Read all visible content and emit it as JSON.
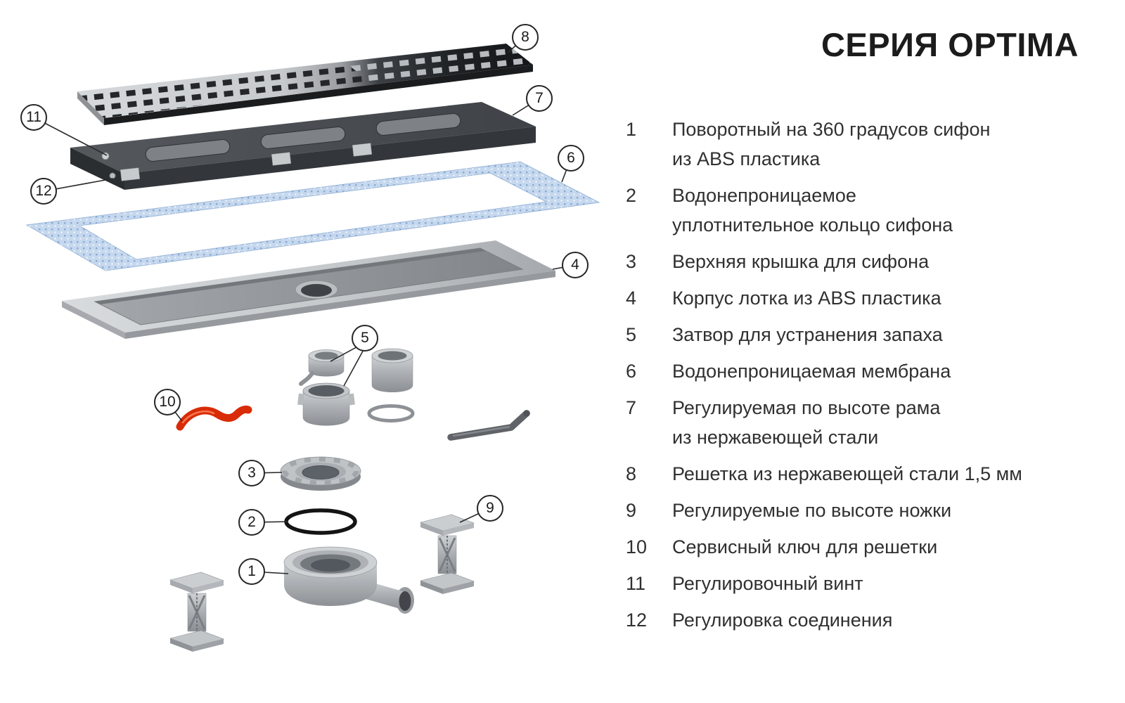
{
  "title": "СЕРИЯ OPTIMA",
  "legend": {
    "items": [
      {
        "num": "1",
        "line1": "Поворотный на 360 градусов сифон",
        "line2": "из ABS пластика"
      },
      {
        "num": "2",
        "line1": "Водонепроницаемое",
        "line2": "уплотнительное кольцо сифона"
      },
      {
        "num": "3",
        "line1": "Верхняя крышка для сифона"
      },
      {
        "num": "4",
        "line1": "Корпус лотка из ABS пластика"
      },
      {
        "num": "5",
        "line1": "Затвор для устранения запаха"
      },
      {
        "num": "6",
        "line1": "Водонепроницаемая мембрана"
      },
      {
        "num": "7",
        "line1": "Регулируемая по высоте рама",
        "line2": "из нержавеющей стали"
      },
      {
        "num": "8",
        "line1": "Решетка из нержавеющей стали 1,5 мм"
      },
      {
        "num": "9",
        "line1": "Регулируемые по высоте ножки"
      },
      {
        "num": "10",
        "line1": "Сервисный ключ для решетки"
      },
      {
        "num": "11",
        "line1": "Регулировочный винт"
      },
      {
        "num": "12",
        "line1": "Регулировка соединения"
      }
    ]
  },
  "colors": {
    "service_key_red": "#d92b07",
    "membrane_blue": "#c6d8ee",
    "metal_light": "#c9cdd0",
    "metal_dark": "#2e3134"
  }
}
